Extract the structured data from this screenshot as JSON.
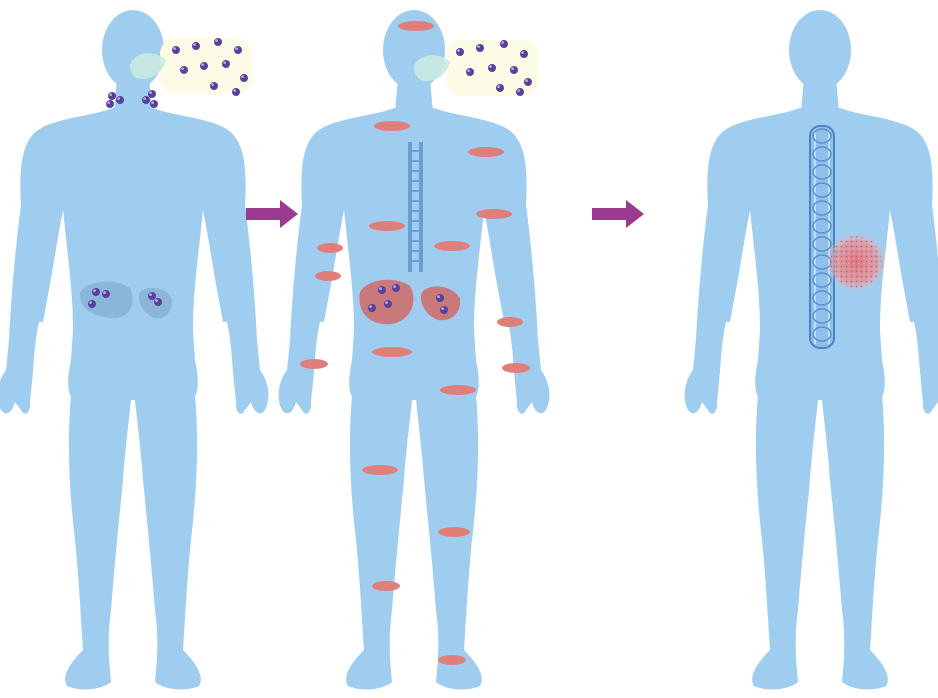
{
  "figure": {
    "panels": [
      {
        "stage": 1,
        "description_key": "lymph-and-kidney-infection"
      },
      {
        "stage": 2,
        "description_key": "widespread-rash-and-spine"
      },
      {
        "stage": 3,
        "description_key": "spine-and-flank-lesion"
      }
    ],
    "arrows": 2
  },
  "colors": {
    "body": "#9fcdf0",
    "body_shadow": "#8cc0e8",
    "rash": "#e07f7a",
    "rash_dark": "#d06a66",
    "particle": "#5b3f9c",
    "particle_highlight": "#b7a6e0",
    "cloud": "#fbfbe6",
    "face_patch": "#c9e9e0",
    "arrow": "#9b3b8f",
    "kidney": "#7fa6c9",
    "spine": "#6d9cd3",
    "spine_light": "#bfe0f6",
    "lesion": "#e58d8d"
  }
}
